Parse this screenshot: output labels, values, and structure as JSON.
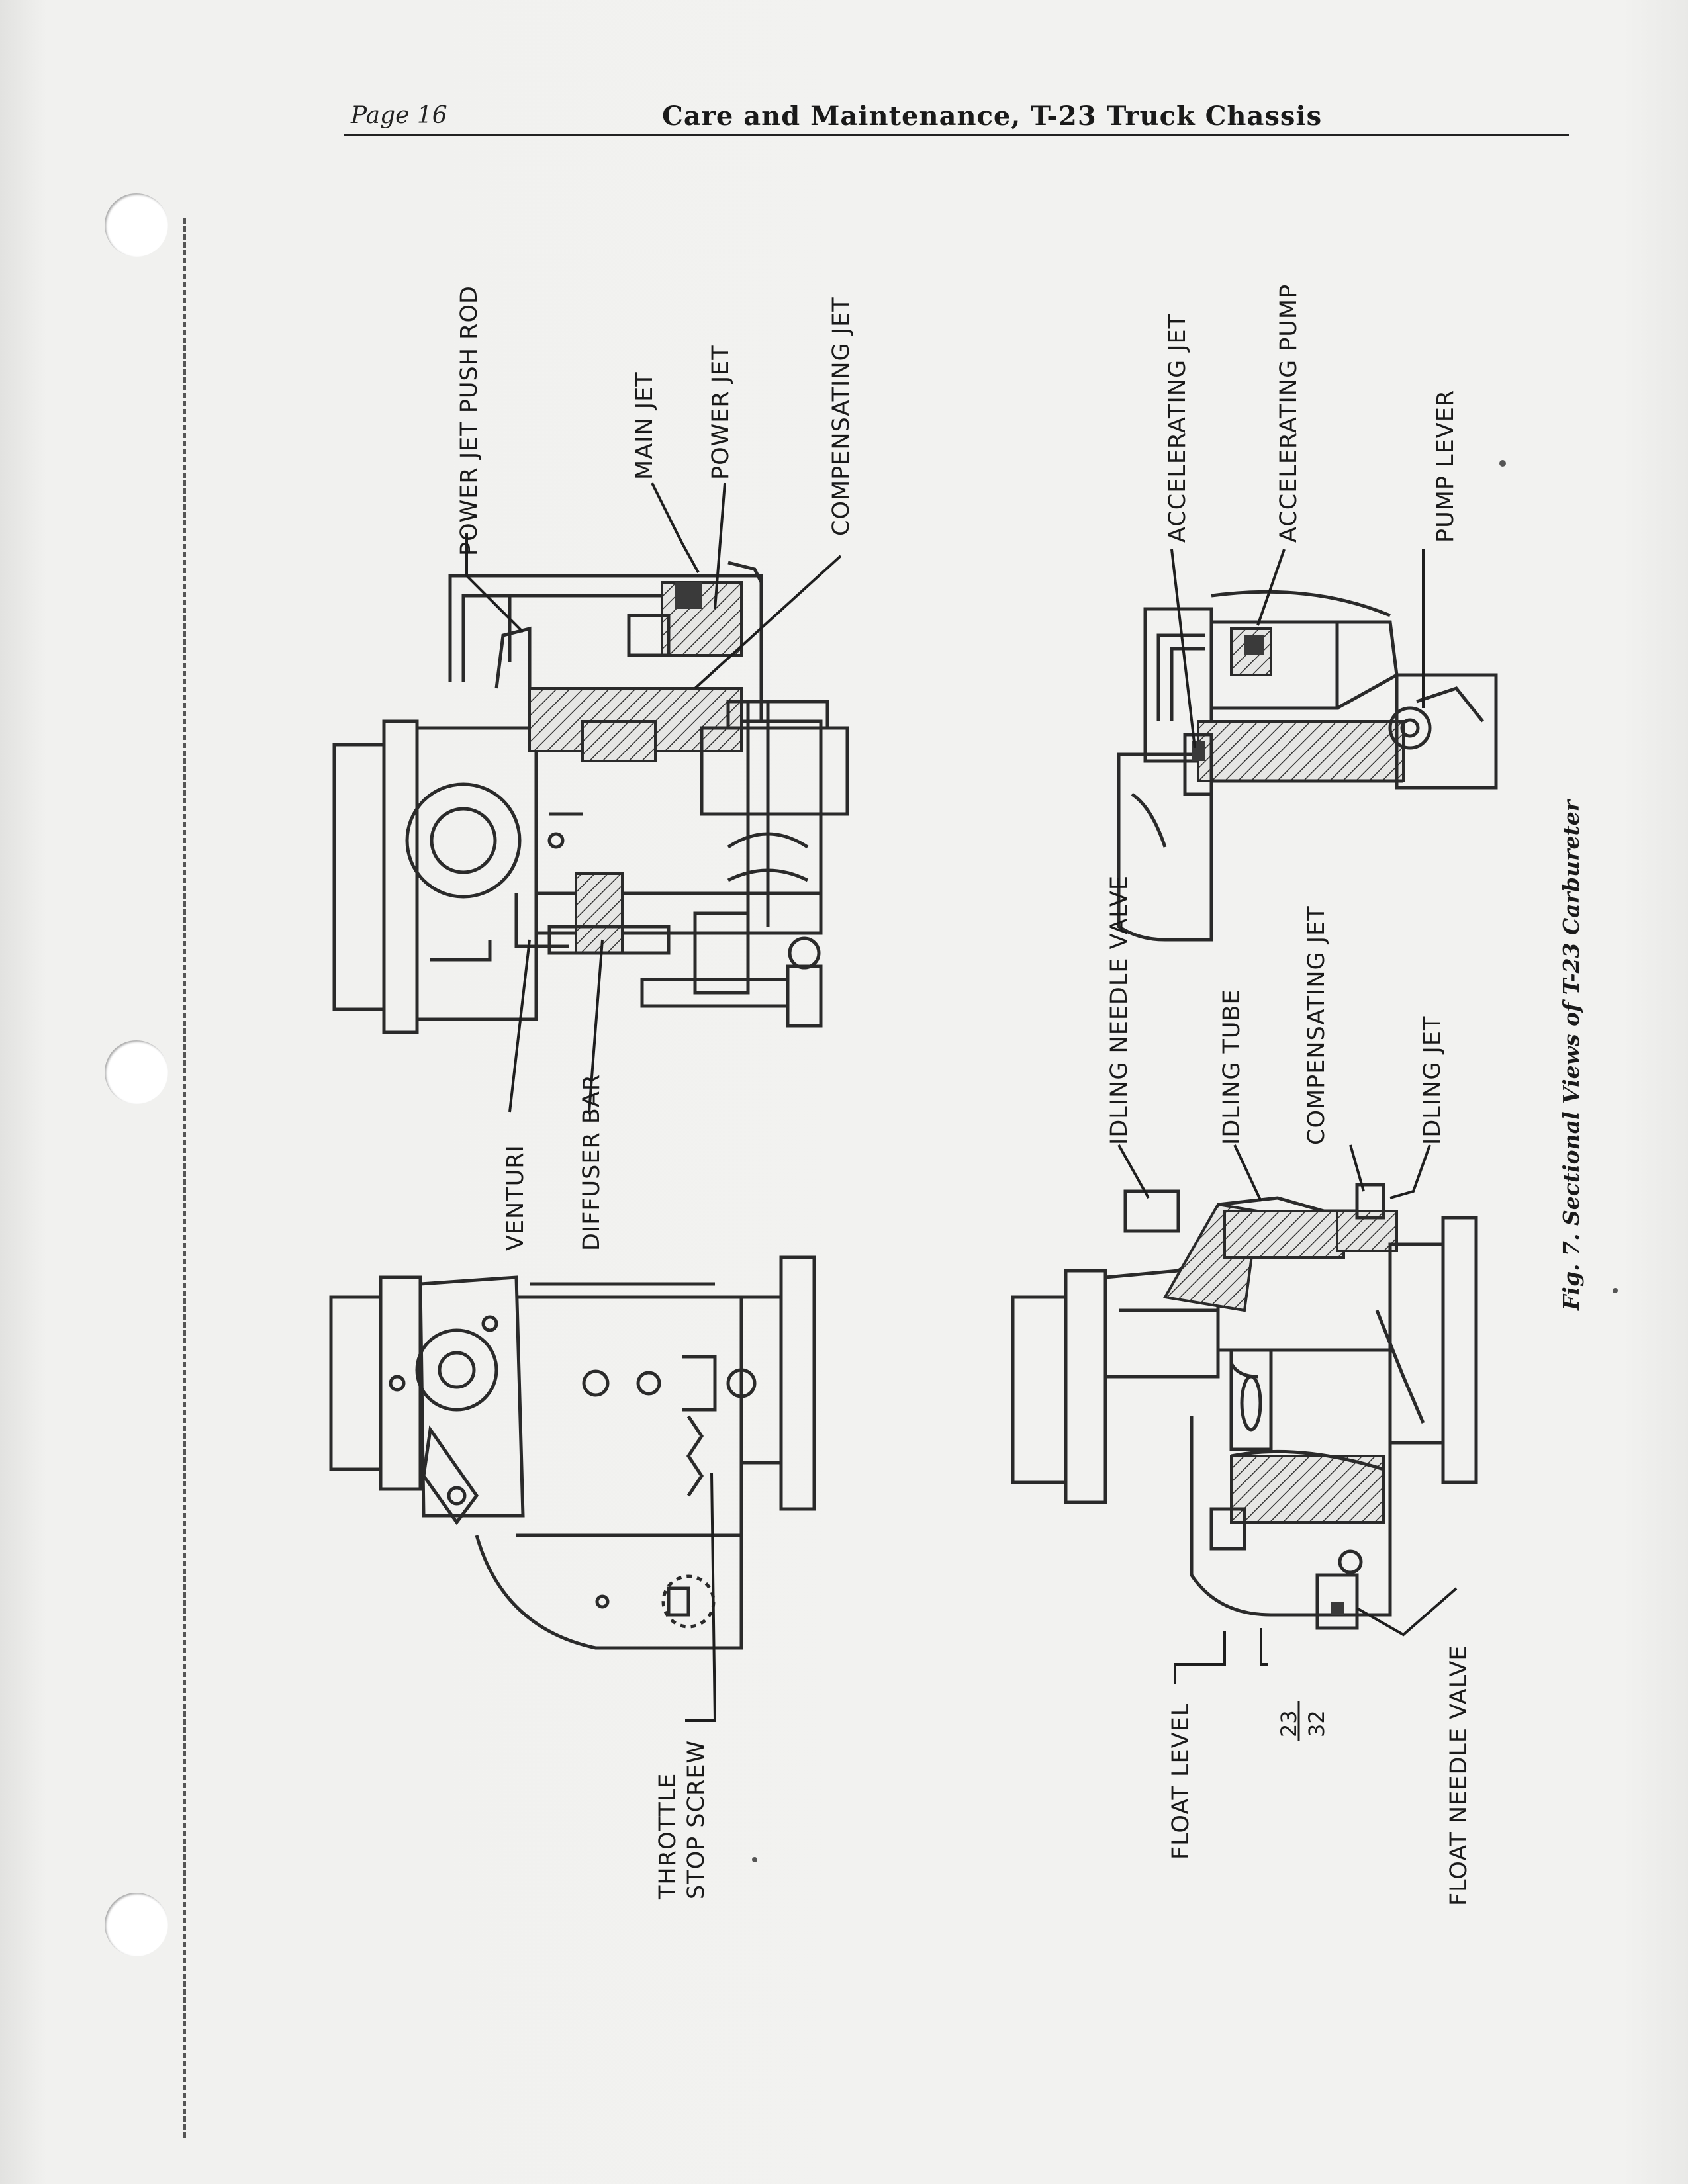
{
  "header": {
    "page_number": "Page 16",
    "title": "Care and Maintenance, T-23 Truck Chassis"
  },
  "figure": {
    "caption": "Fig. 7.   Sectional Views of T-23 Carbureter",
    "labels": {
      "power_jet_push_rod": "POWER JET PUSH ROD",
      "main_jet": "MAIN JET",
      "power_jet": "POWER JET",
      "compensating_jet_top": "COMPENSATING JET",
      "venturi": "VENTURI",
      "diffuser_bar": "DIFFUSER BAR",
      "throttle_line1": "THROTTLE",
      "throttle_line2": "STOP SCREW",
      "accelerating_jet": "ACCELERATING JET",
      "accelerating_pump": "ACCELERATING PUMP",
      "pump_lever": "PUMP LEVER",
      "idling_needle_valve": "IDLING NEEDLE VALVE",
      "idling_tube": "IDLING TUBE",
      "compensating_jet_bottom": "COMPENSATING JET",
      "idling_jet": "IDLING JET",
      "float_level": "FLOAT LEVEL",
      "frac_numerator": "23",
      "frac_denominator": "32",
      "float_needle_valve": "FLOAT NEEDLE VALVE"
    }
  }
}
